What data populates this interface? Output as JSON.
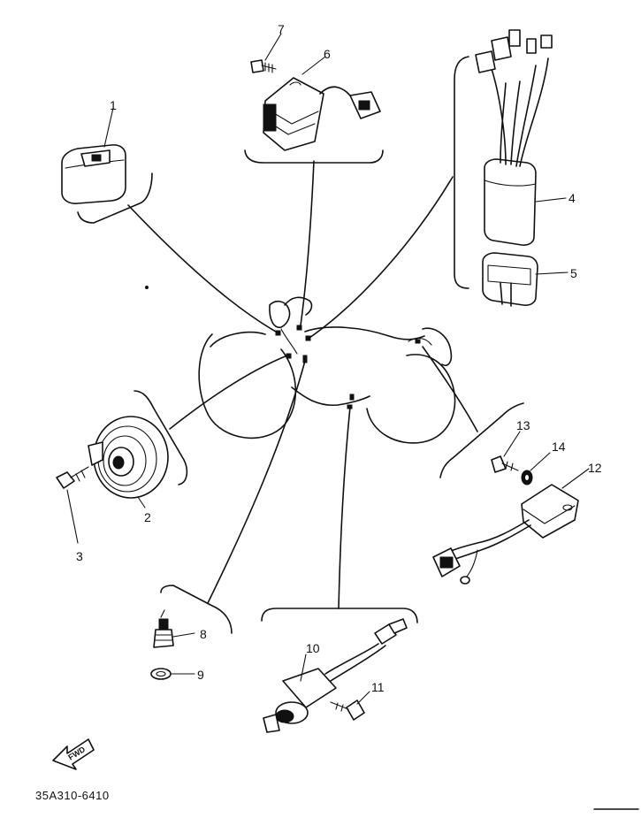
{
  "diagram": {
    "code": "35A310-6410",
    "fwd_label": "FWD",
    "parts": [
      {
        "id": "part-1",
        "number": "1"
      },
      {
        "id": "part-2",
        "number": "2"
      },
      {
        "id": "part-3",
        "number": "3"
      },
      {
        "id": "part-4",
        "number": "4"
      },
      {
        "id": "part-5",
        "number": "5"
      },
      {
        "id": "part-6",
        "number": "6"
      },
      {
        "id": "part-7",
        "number": "7"
      },
      {
        "id": "part-8",
        "number": "8"
      },
      {
        "id": "part-9",
        "number": "9"
      },
      {
        "id": "part-10",
        "number": "10"
      },
      {
        "id": "part-11",
        "number": "11"
      },
      {
        "id": "part-12",
        "number": "12"
      },
      {
        "id": "part-13",
        "number": "13"
      },
      {
        "id": "part-14",
        "number": "14"
      }
    ],
    "ink_color": "#111111",
    "paper_color": "#ffffff"
  }
}
